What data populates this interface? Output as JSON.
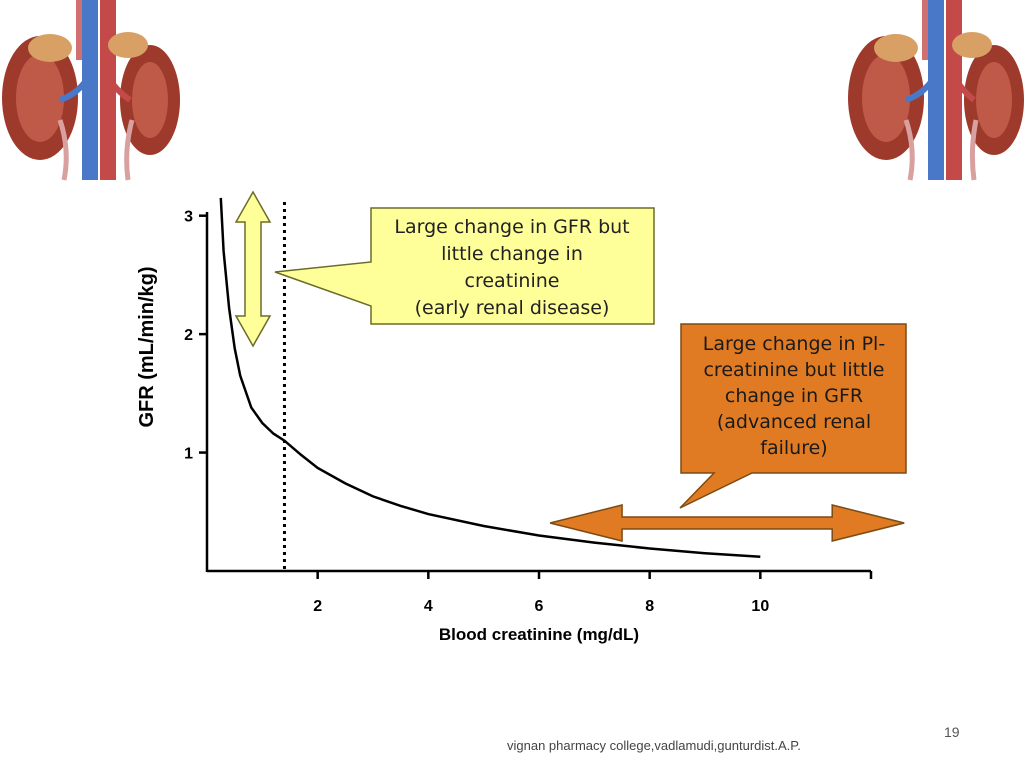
{
  "slide": {
    "footer": "vignan pharmacy college,vadlamudi,gunturdist.A.P.",
    "page_number": "19"
  },
  "colors": {
    "yellow_fill": "#ffff99",
    "orange_fill": "#e07b24",
    "curve": "#000000"
  },
  "icons": [
    "kidney-icon",
    "kidney-icon"
  ],
  "chart_data": {
    "type": "line",
    "xlabel": "Blood creatinine (mg/dL)",
    "ylabel": "GFR (mL/min/kg)",
    "xlim": [
      0,
      12
    ],
    "ylim": [
      0,
      3.2
    ],
    "xticks": [
      2,
      4,
      6,
      8,
      10
    ],
    "yticks": [
      1,
      2,
      3
    ],
    "series": [
      {
        "x": [
          0.25,
          0.3,
          0.4,
          0.5,
          0.6,
          0.8,
          1.0,
          1.2,
          1.4,
          1.7,
          2.0,
          2.5,
          3.0,
          3.5,
          4.0,
          5.0,
          6.0,
          7.0,
          8.0,
          9.0,
          10.0
        ],
        "y": [
          3.15,
          2.7,
          2.22,
          1.88,
          1.65,
          1.38,
          1.25,
          1.16,
          1.1,
          0.98,
          0.87,
          0.74,
          0.63,
          0.55,
          0.48,
          0.38,
          0.3,
          0.24,
          0.19,
          0.15,
          0.12
        ]
      }
    ],
    "reference_line_x": 1.4,
    "annotations": {
      "early": {
        "lines": [
          "Large change in GFR but",
          "little change in",
          "creatinine",
          "(early renal disease)"
        ],
        "arrow_range_y": [
          1.9,
          3.2
        ]
      },
      "advanced": {
        "lines": [
          "Large change in Pl-",
          "creatinine but little",
          "change in GFR",
          "(advanced renal",
          "failure)"
        ],
        "arrow_range_x": [
          6.2,
          12.6
        ]
      }
    }
  }
}
